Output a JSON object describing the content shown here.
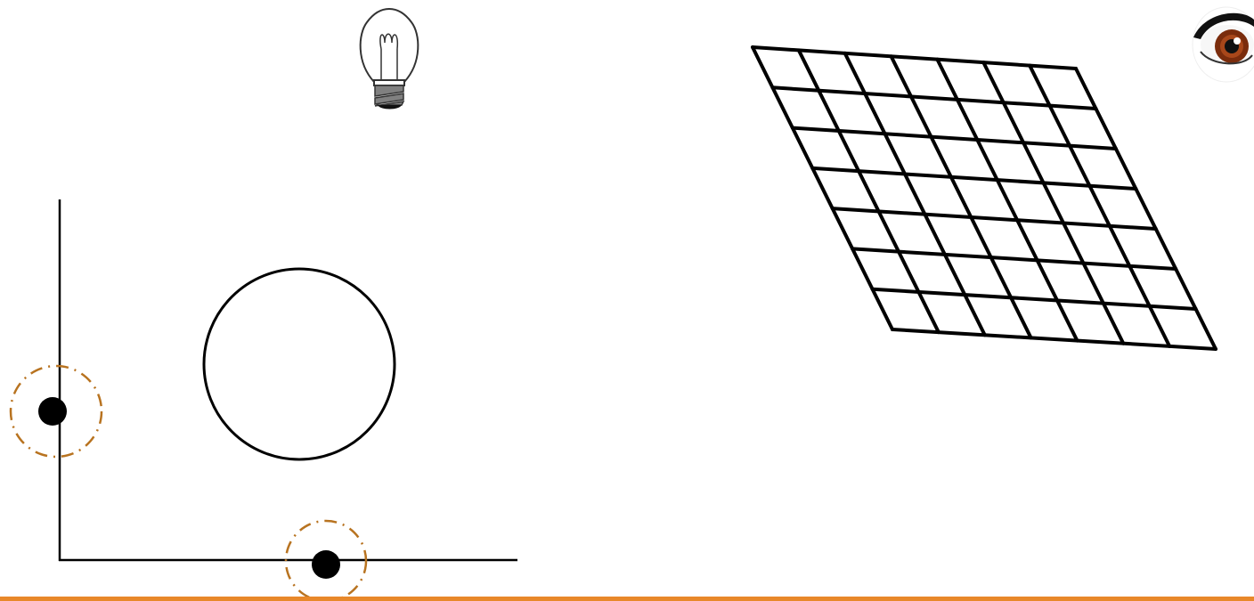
{
  "diagram": {
    "icons": [
      "light-bulb-icon",
      "eye-icon"
    ],
    "grid": {
      "rows": 7,
      "columns": 7
    },
    "marked_points": 2,
    "colors": {
      "stroke": "#000000",
      "highlight_ring": "#b87320",
      "bottom_rule": "#e8882a",
      "iris": "#7a2c0c",
      "bulb_base": "#555555"
    }
  }
}
